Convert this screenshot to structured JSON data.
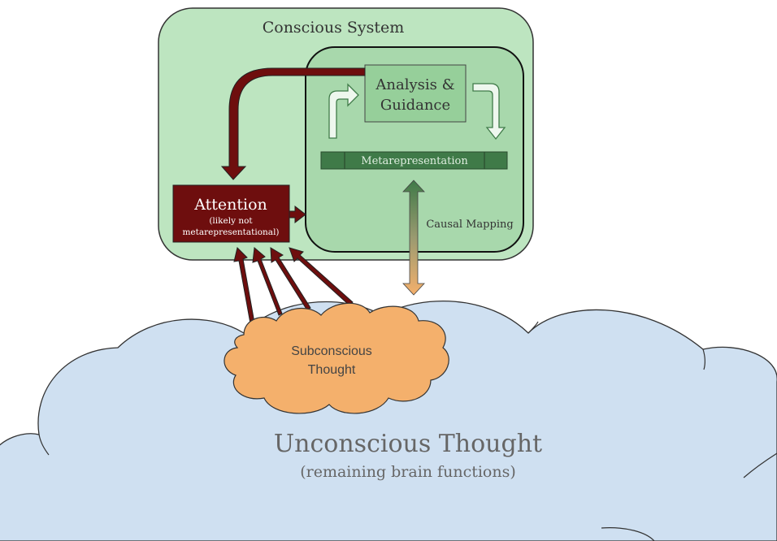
{
  "conscious_system": {
    "title": "Conscious System"
  },
  "analysis": {
    "line1": "Analysis &",
    "line2": "Guidance"
  },
  "metarepresentation": {
    "label": "Metarepresentation"
  },
  "attention": {
    "title": "Attention",
    "note_line1": "(likely not",
    "note_line2": "metarepresentational)"
  },
  "causal_mapping": {
    "label": "Causal Mapping"
  },
  "subconscious": {
    "line1": "Subconscious",
    "line2": "Thought"
  },
  "unconscious": {
    "title": "Unconscious Thought",
    "subtitle": "(remaining brain functions)"
  },
  "colors": {
    "outer_box": "#bde5c0",
    "inner_box": "#a8d8ac",
    "analysis_box": "#96cf9a",
    "metarep_bar": "#3f7a48",
    "attention_box": "#6e0e0e",
    "cloud_blue": "#cfe0f1",
    "cloud_orange": "#f4b06c",
    "arrow_dark_red": "#6e0e0e"
  }
}
